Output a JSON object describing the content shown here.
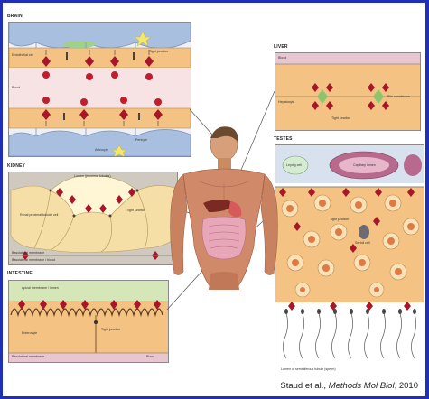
{
  "panels": {
    "brain": {
      "title": "BRAIN",
      "labels": {
        "endothelial": "Endothelial cell",
        "tight": "Tight junction",
        "blood": "Blood",
        "pericyte": "Pericyte",
        "astrocyte": "Astrocyte"
      }
    },
    "liver": {
      "title": "LIVER",
      "labels": {
        "blood": "Blood",
        "hepatocyte": "Hepatocyte",
        "tight": "Tight junction",
        "bile": "Bile canaliculus"
      }
    },
    "kidney": {
      "title": "KIDNEY",
      "labels": {
        "lumen": "Lumen (proximal tubulus)",
        "tubular": "Renal proximal tubular cell",
        "tight": "Tight junction",
        "basolateral": "Basolateral membrane",
        "membrane": "Basolateral membrane / blood"
      }
    },
    "testes": {
      "title": "TESTES",
      "labels": {
        "leydig": "Leydig cell",
        "capillary": "Capillary lumen",
        "tight": "Tight junction",
        "sertoli": "Sertoli cell",
        "lumen": "Lumen of seminiferous tubule (sperm)"
      }
    },
    "intestine": {
      "title": "INTESTINE",
      "labels": {
        "apical": "Apical membrane / lumen",
        "enterocyte": "Enterocyte",
        "tight": "Tight junction",
        "basolateral": "Basolateral membrane",
        "blood": "Blood"
      }
    }
  },
  "citation": {
    "authors": "Staud et al., ",
    "journal": "Methods Mol Biol",
    "year": ", 2010"
  },
  "colors": {
    "background_frame": "#1f2fb8",
    "cell_orange": "#f4c383",
    "cell_yellow": "#f6dfa6",
    "transporter_red": "#a8162a",
    "blood_pink": "#e9c6cf",
    "intestine_green": "#d5e7b8",
    "astrocyte_blue": "#a9bfe0"
  }
}
